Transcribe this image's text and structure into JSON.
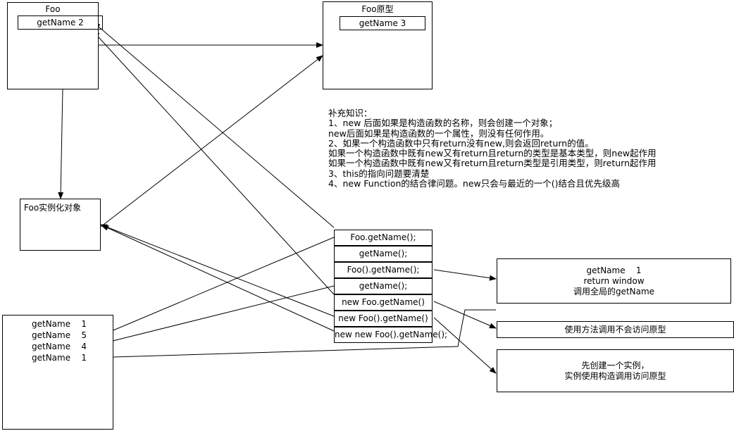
{
  "foo": {
    "title": "Foo",
    "prop": "getName   2"
  },
  "proto": {
    "title": "Foo原型",
    "prop": "getName 3"
  },
  "instance": {
    "title": "Foo实例化对象"
  },
  "global": {
    "items": [
      "getName    1",
      "getName    5",
      "getName    4",
      "getName    1"
    ]
  },
  "calls": [
    "Foo.getName();",
    "getName();",
    "Foo().getName();",
    "getName();",
    "new Foo.getName()",
    "new Foo().getName()",
    "new new Foo().getName();"
  ],
  "notes": {
    "heading": "补充知识：",
    "lines": [
      "1、new 后面如果是构造函数的名称，则会创建一个对象；",
      "new后面如果是构造函数的一个属性，则没有任何作用。",
      "2、如果一个构造函数中只有return没有new,则会返回return的值。",
      "如果一个构造函数中既有new又有return且return的类型是基本类型，则new起作用",
      "如果一个构造函数中既有new又有return且return类型是引用类型，则return起作用",
      "3、this的指向问题要清楚",
      "4、new Function的结合律问题。new只会与最近的一个()结合且优先级高"
    ]
  },
  "explanations": {
    "call3": [
      "getName    1",
      "return window",
      "调用全局的getName"
    ],
    "call5": "使用方法调用不会访问原型",
    "call6": [
      "先创建一个实例，",
      "实例使用构造调用访问原型"
    ]
  }
}
